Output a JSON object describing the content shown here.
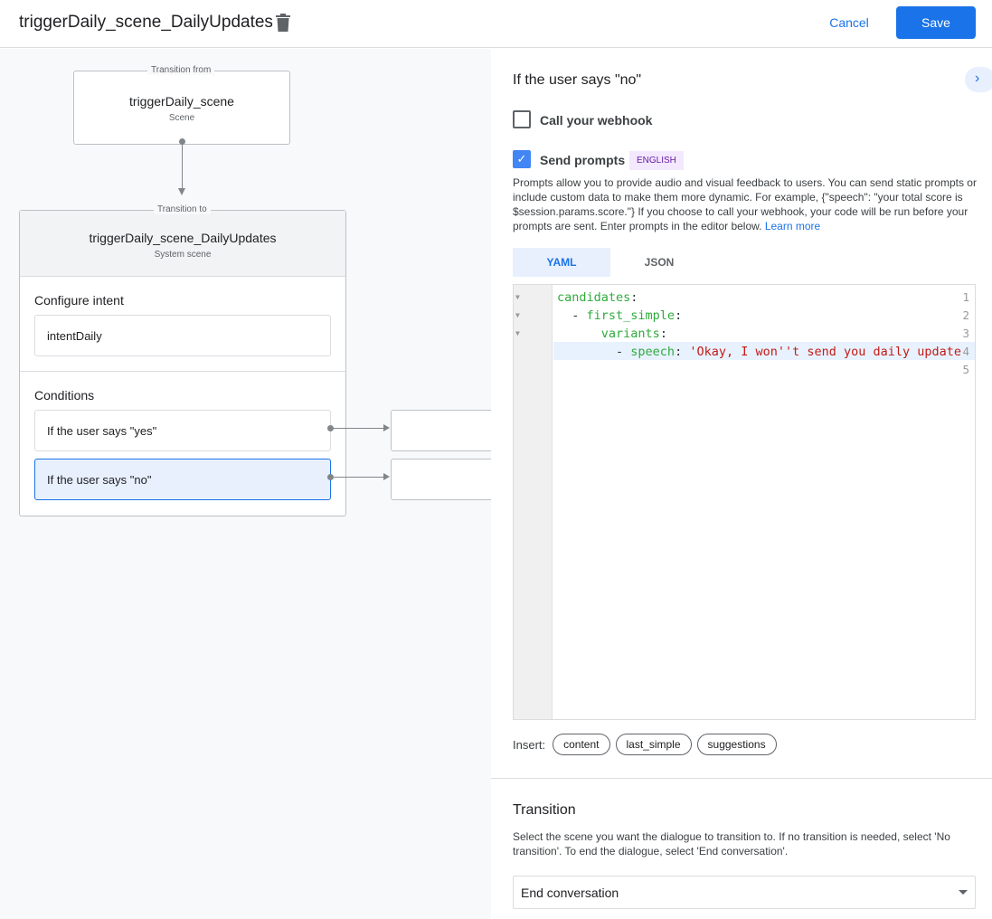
{
  "header": {
    "title": "triggerDaily_scene_DailyUpdates",
    "cancel": "Cancel",
    "save": "Save"
  },
  "canvas": {
    "from": {
      "label": "Transition from",
      "name": "triggerDaily_scene",
      "type": "Scene"
    },
    "to": {
      "label": "Transition to",
      "name": "triggerDaily_scene_DailyUpdates",
      "type": "System scene"
    },
    "intent_heading": "Configure intent",
    "intent": "intentDaily",
    "conditions_heading": "Conditions",
    "conditions": [
      "If the user says \"yes\"",
      "If the user says \"no\""
    ]
  },
  "panel": {
    "heading": "If the user says \"no\"",
    "webhook": {
      "label": "Call your webhook",
      "checked": false
    },
    "prompts": {
      "label": "Send prompts",
      "checked": true,
      "badge": "ENGLISH"
    },
    "description": "Prompts allow you to provide audio and visual feedback to users. You can send static prompts or include custom data to make them more dynamic. For example, {\"speech\": \"your total score is $session.params.score.\"} If you choose to call your webhook, your code will be run before your prompts are sent. Enter prompts in the editor below.",
    "learn_more": "Learn more",
    "tabs": [
      "YAML",
      "JSON"
    ],
    "code": {
      "line_numbers": [
        "1",
        "2",
        "3",
        "4",
        "5"
      ],
      "l1k": "candidates",
      "l2k": "first_simple",
      "l3k": "variants",
      "l4k": "speech",
      "l4v": "'Okay, I won''t send you daily update"
    },
    "insert_label": "Insert:",
    "insert_chips": [
      "content",
      "last_simple",
      "suggestions"
    ],
    "transition": {
      "heading": "Transition",
      "description": "Select the scene you want the dialogue to transition to. If no transition is needed, select 'No transition'. To end the dialogue, select 'End conversation'.",
      "selected": "End conversation"
    }
  },
  "colors": {
    "accent": "#1a73e8",
    "selected_condition": "#e8f0fe",
    "badge_bg": "#f3e8fd",
    "badge_text": "#681da8"
  }
}
